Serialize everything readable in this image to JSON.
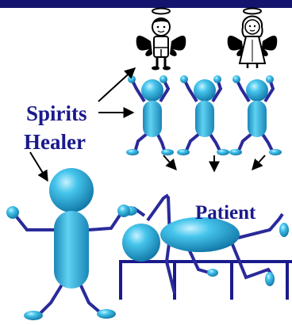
{
  "labels": {
    "spirits": "Spirits",
    "healer": "Healer",
    "patient": "Patient"
  },
  "colors": {
    "top_bar": "#14146e",
    "figure_fill": "#29b3df",
    "figure_dark": "#1780b0",
    "limb": "#2a2a9a",
    "table": "#1a1a8c",
    "label": "#1a1a8c",
    "arrow": "#000000"
  },
  "icons": [
    "angel-boy-icon",
    "angel-girl-icon",
    "spirit-figure-icon",
    "healer-figure-icon",
    "patient-figure-icon",
    "healing-table-icon"
  ]
}
